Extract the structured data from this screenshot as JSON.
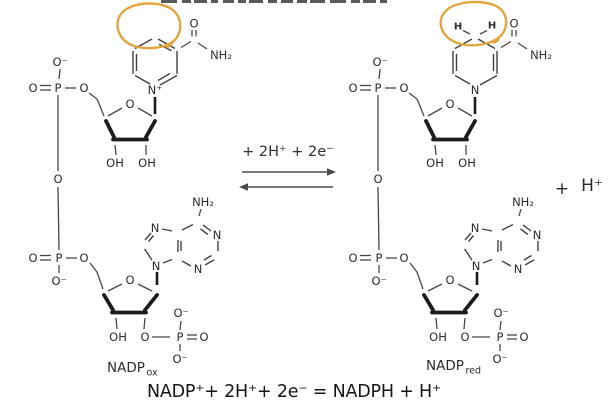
{
  "atoms": {
    "O": "O",
    "O_minus": "O⁻",
    "P": "P",
    "OH": "OH",
    "N": "N",
    "N_plus": "N⁺",
    "NH2": "NH₂",
    "H": "H"
  },
  "reaction": {
    "above_arrows": "+ 2H⁺ + 2e⁻",
    "plus_sign": "+",
    "h_plus": "H⁺"
  },
  "captions": {
    "left_main": "NADP",
    "left_sub": "ox",
    "right_main": "NADP",
    "right_sub": "red"
  },
  "equation": "NADP⁺+ 2H⁺+ 2e⁻ = NADPH + H⁺",
  "colors": {
    "highlight": "#E2A43C",
    "bond": "#474747",
    "text": "#2b2b2b"
  }
}
